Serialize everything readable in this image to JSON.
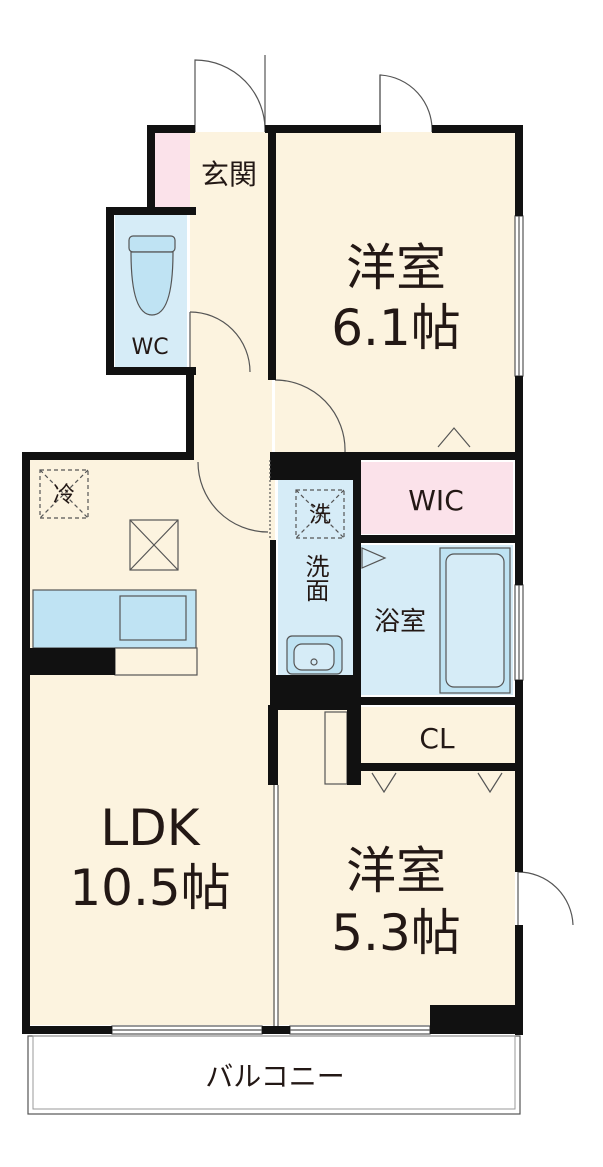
{
  "rooms": {
    "entrance": "玄関",
    "wc": "WC",
    "western_room_1": {
      "name": "洋室",
      "size": "6.1帖"
    },
    "wic": "WIC",
    "washroom": "洗面",
    "washer_mark": "洗",
    "bathroom": "浴室",
    "ldk": {
      "name": "LDK",
      "size": "10.5帖"
    },
    "fridge_mark": "冷",
    "closet": "CL",
    "western_room_2": {
      "name": "洋室",
      "size": "5.3帖"
    },
    "balcony": "バルコニー"
  },
  "colors": {
    "room_floor": "#fcf3df",
    "wet_area": "#d6ecf7",
    "storage": "#fbe2ea",
    "wall": "#111111",
    "fixture": "#bfe3f3",
    "outline": "#555555"
  }
}
